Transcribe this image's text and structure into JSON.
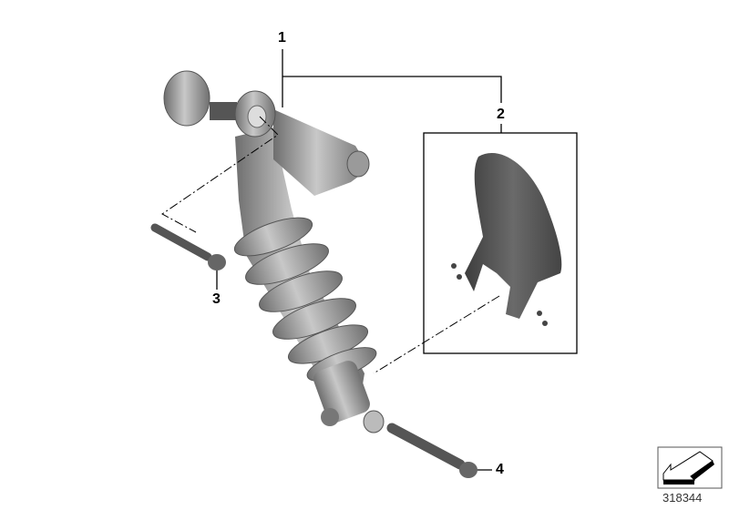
{
  "callouts": {
    "c1": "1",
    "c2": "2",
    "c3": "3",
    "c4": "4"
  },
  "parts": [
    {
      "number": "1",
      "name": "shock-absorber"
    },
    {
      "number": "2",
      "name": "mudguard"
    },
    {
      "number": "3",
      "name": "upper-bolt"
    },
    {
      "number": "4",
      "name": "lower-bolt"
    }
  ],
  "diagram_id": "318344",
  "colors": {
    "part_grey": "#8a8a8a",
    "mudguard_dark": "#5a5a5a",
    "line": "#000000"
  }
}
